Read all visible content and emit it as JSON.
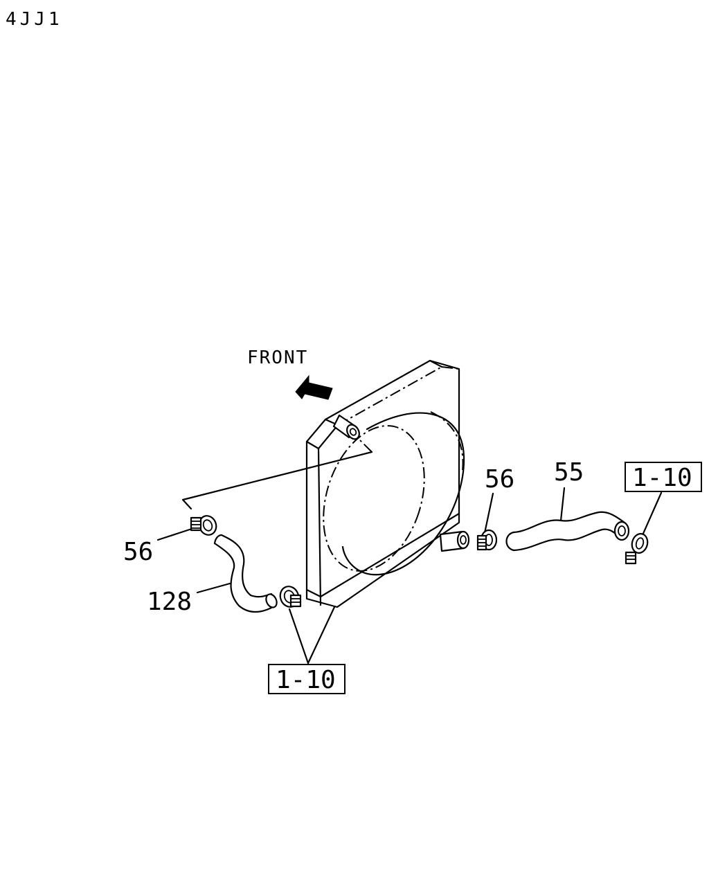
{
  "engine_code": "4JJ1",
  "direction_label": "FRONT",
  "callouts": {
    "clamp_left": "56",
    "lower_hose": "128",
    "clamp_right": "56",
    "upper_hose": "55"
  },
  "references": {
    "left_ref": "1-10",
    "right_ref": "1-10"
  },
  "icons": {
    "front_arrow": "front-arrow-icon"
  }
}
